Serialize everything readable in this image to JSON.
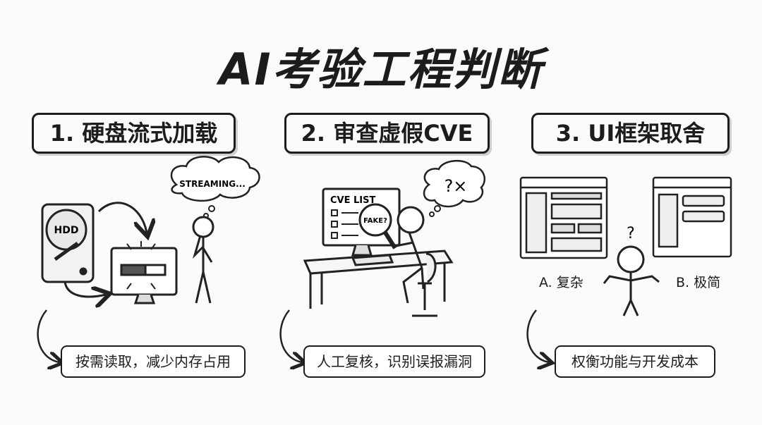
{
  "title": "AI考验工程判断",
  "panels": [
    {
      "heading": "1. 硬盘流式加载",
      "note": "按需读取，减少内存占用",
      "disk_label": "HDD",
      "bubble": "STREAMING...",
      "progress": 0.55
    },
    {
      "heading": "2. 审查虚假CVE",
      "note": "人工复核，识别误报漏洞",
      "screen_title": "CVE LIST",
      "magnifier_label": "FAKE?",
      "bubble": "?×"
    },
    {
      "heading": "3. UI框架取舍",
      "note": "权衡功能与开发成本",
      "option_a": "A. 复杂",
      "option_b": "B. 极简",
      "thought": "?"
    }
  ]
}
